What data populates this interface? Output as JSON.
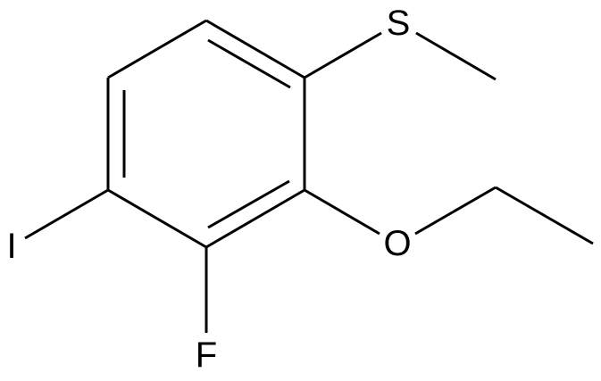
{
  "molecule": {
    "atoms": {
      "sulfur": "S",
      "oxygen": "O",
      "fluorine": "F",
      "iodine": "I"
    },
    "bond_color": "#000000",
    "background": "#ffffff"
  }
}
